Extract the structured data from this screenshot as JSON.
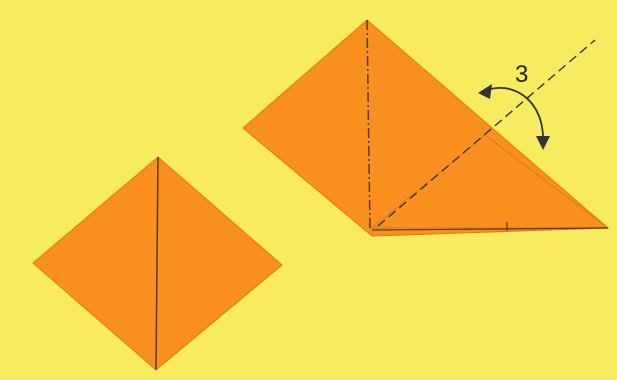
{
  "diagram": {
    "step_number": "3",
    "colors": {
      "background": "#f7ec5f",
      "paper": "#f98f1e",
      "paper_edge": "#e07b12",
      "crease": "#5a3510",
      "arrow": "#333333"
    },
    "figures": [
      {
        "id": "figure-1",
        "description_icon": "folded-square-paper-icon"
      },
      {
        "id": "figure-2",
        "description_icon": "folding-step-paper-icon"
      }
    ],
    "arrow_icon": "fold-rotate-arrow-icon",
    "fold_line_icon": "dashed-fold-line-icon"
  }
}
